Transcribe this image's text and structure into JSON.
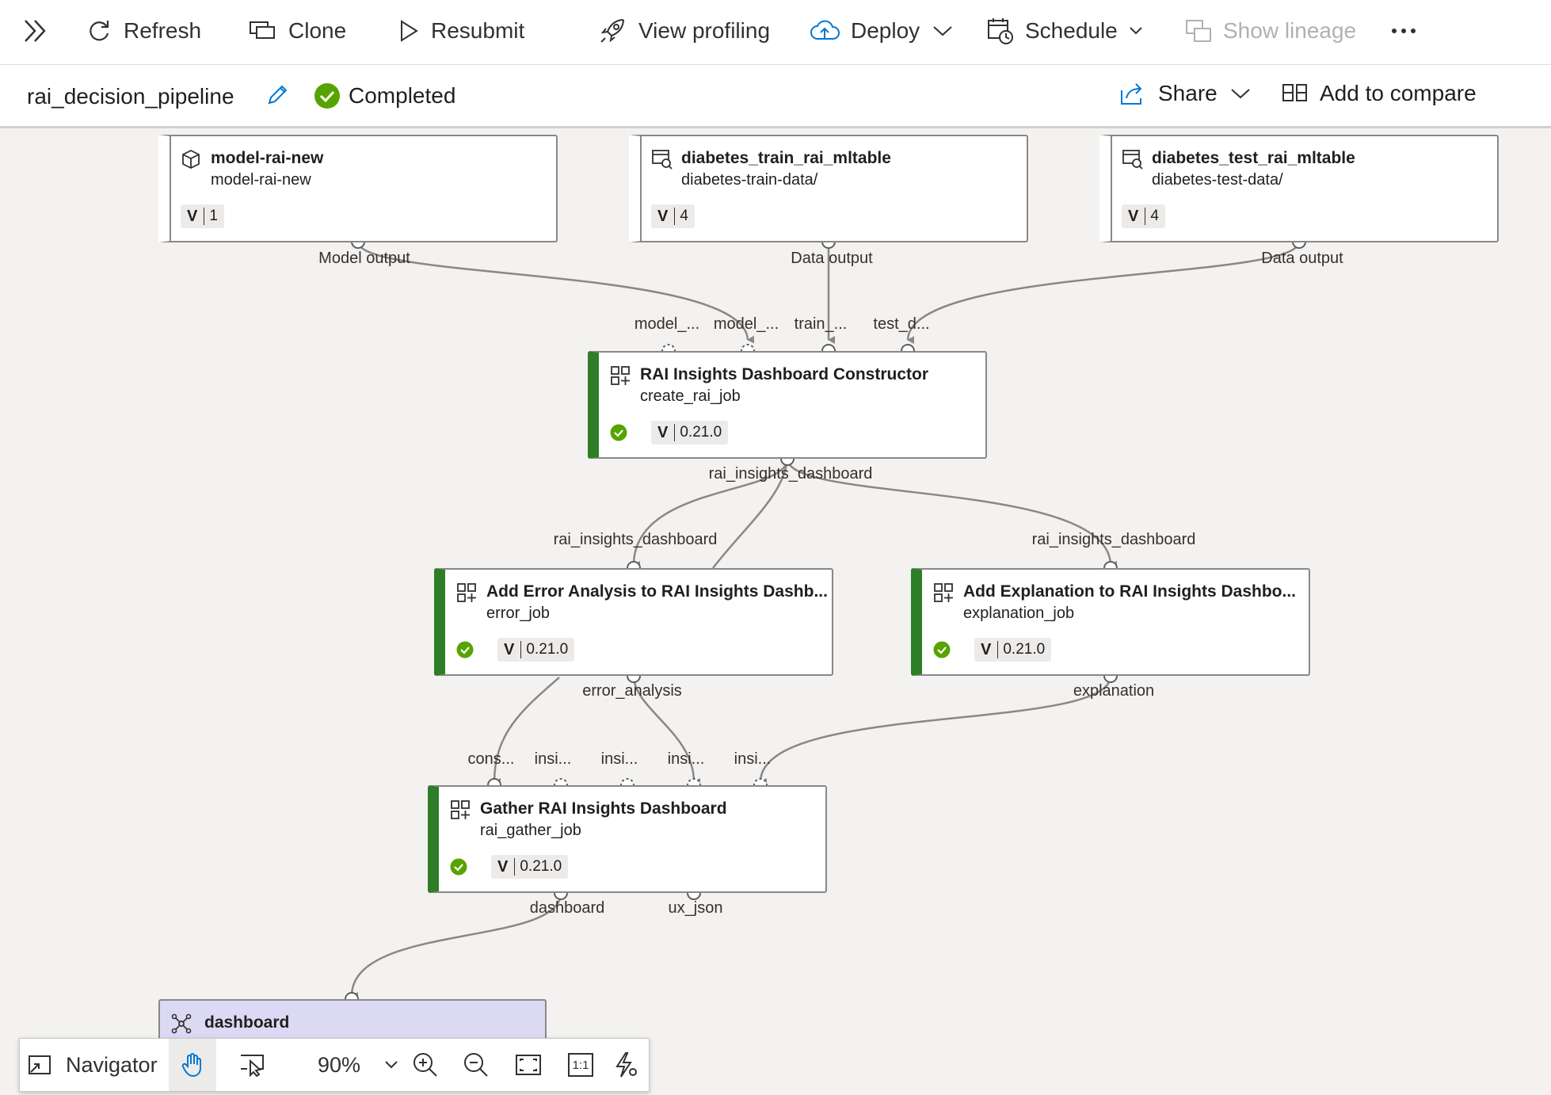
{
  "toolbar": {
    "items": [
      {
        "label": "Refresh",
        "icon": "refresh-icon"
      },
      {
        "label": "Clone",
        "icon": "clone-icon"
      },
      {
        "label": "Resubmit",
        "icon": "play-icon"
      },
      {
        "label": "View profiling",
        "icon": "rocket-icon"
      },
      {
        "label": "Deploy",
        "icon": "cloud-upload-icon"
      },
      {
        "label": "Schedule",
        "icon": "calendar-clock-icon"
      },
      {
        "label": "Show lineage",
        "icon": "lineage-icon"
      }
    ]
  },
  "header": {
    "pipeline_name": "rai_decision_pipeline",
    "status": "Completed",
    "share_label": "Share",
    "compare_label": "Add to compare"
  },
  "nodes": {
    "model": {
      "title": "model-rai-new",
      "subtitle": "model-rai-new",
      "version": "1",
      "output_label": "Model output"
    },
    "train": {
      "title": "diabetes_train_rai_mltable",
      "subtitle": "diabetes-train-data/",
      "version": "4",
      "output_label": "Data output"
    },
    "test": {
      "title": "diabetes_test_rai_mltable",
      "subtitle": "diabetes-test-data/",
      "version": "4",
      "output_label": "Data output"
    },
    "constructor": {
      "title": "RAI Insights Dashboard Constructor",
      "subtitle": "create_rai_job",
      "version": "0.21.0",
      "inputs": [
        "model_...",
        "model_...",
        "train_...",
        "test_d..."
      ],
      "output_label": "rai_insights_dashboard"
    },
    "error": {
      "title": "Add Error Analysis to RAI Insights Dashb...",
      "subtitle": "error_job",
      "version": "0.21.0",
      "input_label": "rai_insights_dashboard",
      "output_label": "error_analysis"
    },
    "explanation": {
      "title": "Add Explanation to RAI Insights Dashbo...",
      "subtitle": "explanation_job",
      "version": "0.21.0",
      "input_label": "rai_insights_dashboard",
      "output_label": "explanation"
    },
    "gather": {
      "title": "Gather RAI Insights Dashboard",
      "subtitle": "rai_gather_job",
      "version": "0.21.0",
      "inputs": [
        "cons...",
        "insi...",
        "insi...",
        "insi...",
        "insi..."
      ],
      "outputs": [
        "dashboard",
        "ux_json"
      ]
    },
    "dashboard": {
      "title": "dashboard"
    }
  },
  "version_prefix": "V",
  "navigator": {
    "label": "Navigator",
    "zoom": "90%",
    "actual_size_label": "1:1"
  },
  "colors": {
    "success": "#57a300",
    "job_bar": "#2f7d27",
    "accent": "#0078d4",
    "output_node": "#dcd9f4"
  }
}
